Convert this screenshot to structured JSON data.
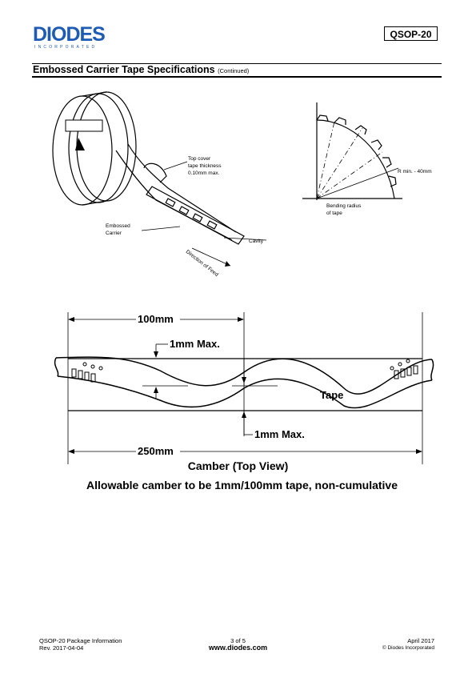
{
  "header": {
    "logo_text": "DIODES",
    "logo_subtext": "INCORPORATED",
    "part_number": "QSOP-20",
    "brand_color": "#1d5bb5"
  },
  "section": {
    "title": "Embossed Carrier Tape Specifications",
    "continued": "(Continued)"
  },
  "reel_figure": {
    "top_cover_label": [
      "Top cover",
      "tape thickness",
      "0.10mm max."
    ],
    "embossed_label": [
      "Embossed",
      "Carrier"
    ],
    "cavity_label": "Cavity",
    "feed_label": "Direction of Feed"
  },
  "bend_figure": {
    "radius_label": "R min. - 40mm",
    "bending_label": [
      "Bending radius",
      "of tape"
    ]
  },
  "camber_figure": {
    "dim_100": "100mm",
    "dim_250": "250mm",
    "max_top": "1mm Max.",
    "max_bottom": "1mm Max.",
    "tape_label": "Tape",
    "caption": "Camber (Top View)",
    "note": "Allowable camber to be 1mm/100mm tape, non-cumulative"
  },
  "footer": {
    "doc_name": "QSOP-20 Package Information",
    "revision": "Rev. 2017-04-04",
    "page": "3 of 5",
    "url": "www.diodes.com",
    "date": "April 2017",
    "copyright": "© Diodes Incorporated"
  }
}
